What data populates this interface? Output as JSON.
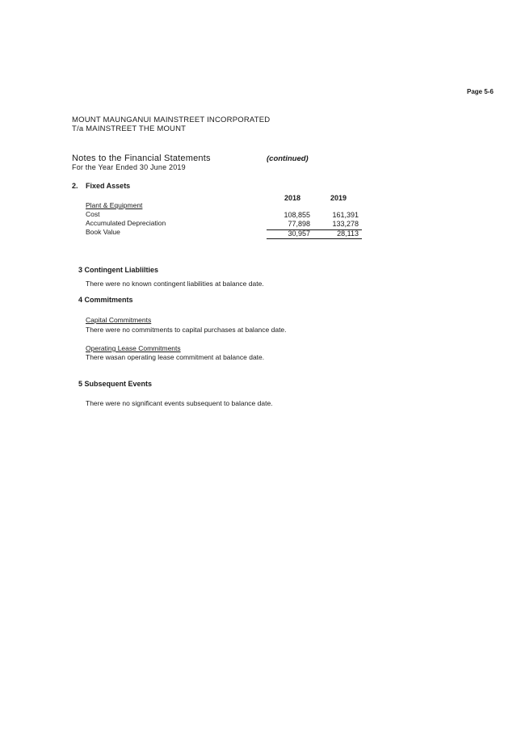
{
  "page_label": "Page 5-6",
  "org": {
    "name": "MOUNT MAUNGANUI MAINSTREET INCORPORATED",
    "trading_as": "T/a MAINSTREET THE MOUNT"
  },
  "notes": {
    "title": "Notes to the Financial Statements",
    "continued": "(continued)",
    "period": "For the Year Ended 30 June 2019"
  },
  "fixed_assets": {
    "heading_num": "2.",
    "heading": "Fixed Assets",
    "col_2018": "2018",
    "col_2019": "2019",
    "group": "Plant & Equipment",
    "rows": [
      {
        "label": "Cost",
        "v2018": "108,855",
        "v2019": "161,391"
      },
      {
        "label": "Accumulated Depreciation",
        "v2018": "77,898",
        "v2019": "133,278"
      },
      {
        "label": "Book Value",
        "v2018": "30,957",
        "v2019": "28,113"
      }
    ]
  },
  "contingent": {
    "heading": "3 Contingent Liablilties",
    "text": "There were no known contingent liabilities at balance date."
  },
  "commitments": {
    "heading": "4 Commitments",
    "capital_label": "Capital Commitments",
    "capital_text": "There were no commitments to capital purchases at balance date.",
    "lease_label": "Operating Lease Commitments",
    "lease_text": "There wasan operating lease commitment at balance date."
  },
  "subsequent": {
    "heading": "5 Subsequent Events",
    "text": "There were no significant events subsequent to  balance date."
  }
}
